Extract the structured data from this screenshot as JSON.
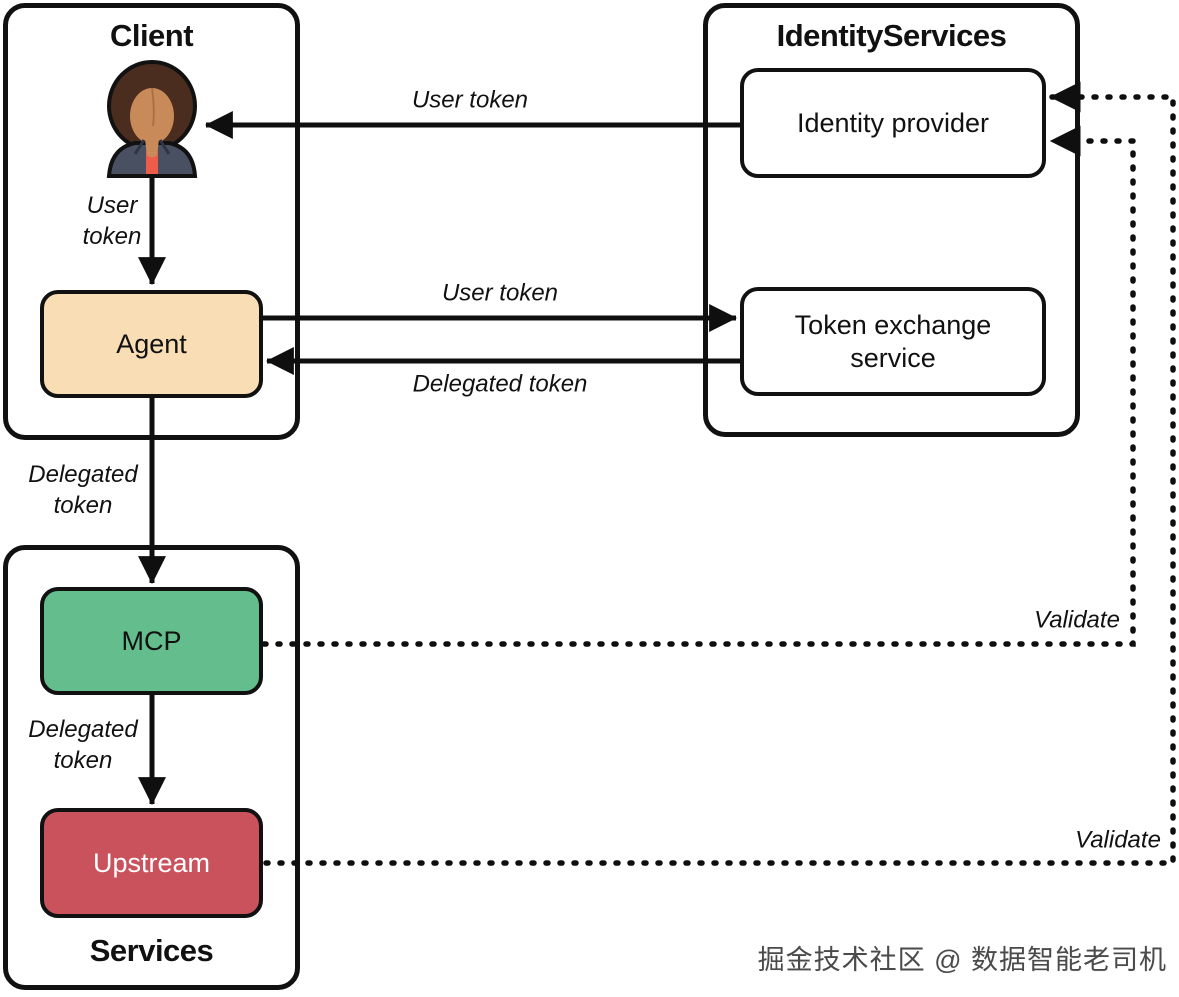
{
  "groups": {
    "client": {
      "title": "Client"
    },
    "identity_services": {
      "title": "IdentityServices"
    },
    "services": {
      "title": "Services"
    }
  },
  "nodes": {
    "agent": {
      "label": "Agent",
      "fill": "#F9DDB5"
    },
    "identity_provider": {
      "label": "Identity provider",
      "fill": "#FFFFFF"
    },
    "token_exchange": {
      "label": "Token exchange service",
      "fill": "#FFFFFF"
    },
    "mcp": {
      "label": "MCP",
      "fill": "#64BD8C"
    },
    "upstream": {
      "label": "Upstream",
      "fill": "#C9525D",
      "text_color": "#FFFFFF"
    }
  },
  "edges": {
    "idp_to_user": {
      "label": "User token",
      "style": "solid-arrow"
    },
    "user_to_agent": {
      "label": "User token",
      "style": "solid-arrow"
    },
    "agent_to_token_exchange": {
      "label": "User token",
      "style": "solid-arrow"
    },
    "token_exchange_to_agent": {
      "label": "Delegated token",
      "style": "solid-arrow"
    },
    "agent_to_mcp": {
      "label": "Delegated token",
      "style": "solid-arrow"
    },
    "mcp_to_upstream": {
      "label": "Delegated token",
      "style": "solid-arrow"
    },
    "mcp_to_idp_validate": {
      "label": "Validate",
      "style": "dotted-arrow"
    },
    "upstream_to_idp_validate": {
      "label": "Validate",
      "style": "dotted-arrow"
    }
  },
  "icons": {
    "user_avatar": "person-avatar"
  },
  "colors": {
    "line": "#0f0f0f",
    "border": "#111111",
    "background": "#ffffff"
  },
  "watermark": {
    "text": "掘金技术社区 @ 数据智能老司机"
  }
}
